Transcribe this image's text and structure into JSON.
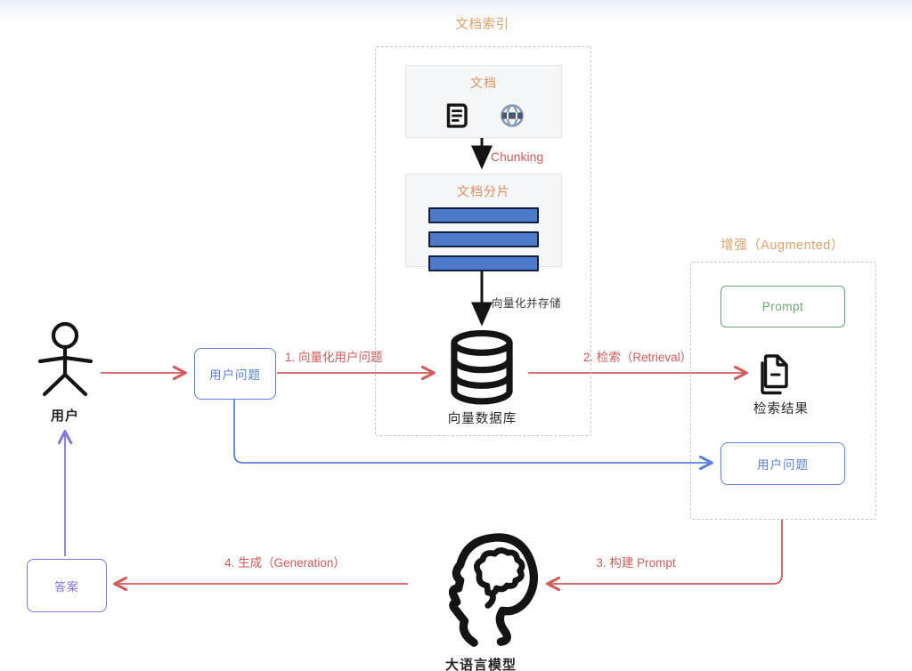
{
  "diagram_title_area": {
    "type": "rag-architecture-diagram"
  },
  "indexing": {
    "title": "文档索引",
    "documents_box_title": "文档",
    "chunking_label": "Chunking",
    "chunks_box_title": "文档分片",
    "embed_store_label": "向量化并存储",
    "vector_db_label": "向量数据库"
  },
  "user": {
    "label": "用户"
  },
  "flow": {
    "user_question": "用户问题",
    "step1": "1. 向量化用户问题",
    "step2": "2. 检索（Retrieval）",
    "step3": "3. 构建 Prompt",
    "step4": "4. 生成（Generation）"
  },
  "augmented": {
    "title": "增强（Augmented）",
    "prompt_label": "Prompt",
    "result_label": "检索结果",
    "user_question_label": "用户问题"
  },
  "llm": {
    "label": "大语言模型"
  },
  "answer": {
    "label": "答案"
  },
  "icons": {
    "document": "document-icon",
    "web": "globe-icon",
    "vector_db": "database-cylinder-icon",
    "user": "stick-figure-icon",
    "retrieval_result": "documents-copy-icon",
    "llm": "head-brain-icon"
  },
  "colors": {
    "section_label": "#dca06c",
    "box_title": "#e08e5e",
    "red": "#cf5b5b",
    "blue": "#5b82d7",
    "green": "#67a573",
    "purple": "#8673df",
    "bar_fill": "#4d7ac9",
    "icon_black": "#141414"
  }
}
